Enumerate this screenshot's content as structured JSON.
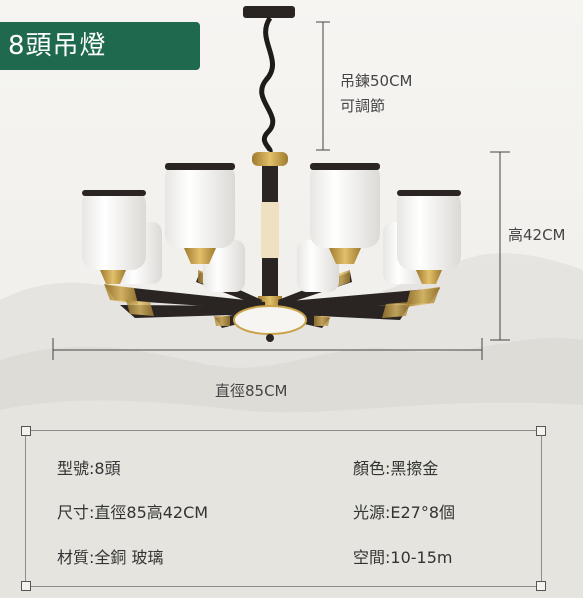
{
  "title": "8頭吊燈",
  "dimensions": {
    "chain": "吊鍊50CM",
    "chain_note": "可調節",
    "height": "高42CM",
    "diameter": "直徑85CM"
  },
  "specs": {
    "model": "型號:8頭",
    "size": "尺寸:直徑85高42CM",
    "material": "材質:全銅 玻璃",
    "color": "顏色:黑擦金",
    "light_source": "光源:E27°8個",
    "space": "空間:10-15m"
  },
  "colors": {
    "badge": "#1f6a4f",
    "brass": "#c9a24a",
    "black": "#2a2522",
    "shade": "#f4f3f1"
  }
}
